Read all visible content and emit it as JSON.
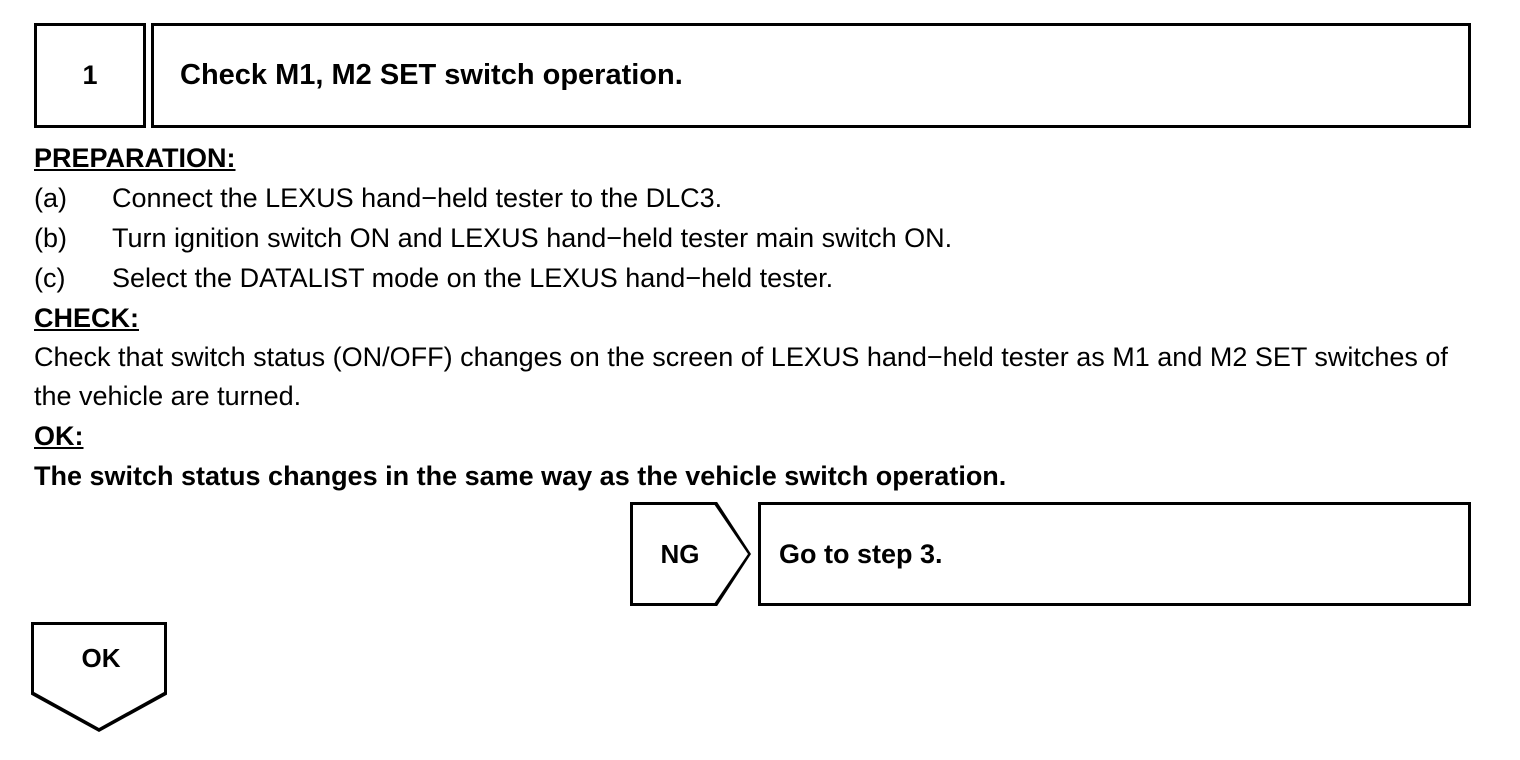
{
  "step": {
    "number": "1",
    "title": "Check M1, M2 SET switch operation."
  },
  "preparation": {
    "heading": "PREPARATION:",
    "items": [
      {
        "marker": "(a)",
        "text": "Connect the LEXUS hand−held tester to the DLC3."
      },
      {
        "marker": "(b)",
        "text": "Turn ignition switch ON and LEXUS hand−held tester main switch ON."
      },
      {
        "marker": "(c)",
        "text": "Select the DATALIST mode on the LEXUS hand−held tester."
      }
    ]
  },
  "check": {
    "heading": "CHECK:",
    "text": "Check that switch status (ON/OFF) changes on the screen of LEXUS hand−held tester as M1 and M2 SET switches of the vehicle are turned."
  },
  "ok": {
    "heading": "OK:",
    "text": "The switch status changes in the same way as the vehicle switch operation."
  },
  "branches": {
    "ng": {
      "label": "NG",
      "result": "Go to step 3."
    },
    "ok": {
      "label": "OK"
    }
  },
  "colors": {
    "ink": "#000000",
    "paper": "#ffffff"
  }
}
